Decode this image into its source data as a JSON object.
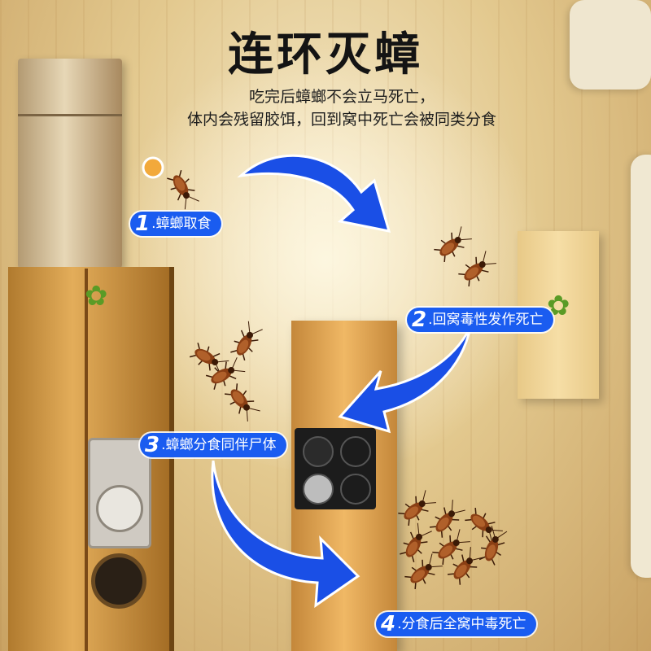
{
  "title": "连环灭蟑",
  "subtitle": {
    "line1": "吃完后蟑螂不会立马死亡，",
    "line2": "体内会残留胶饵，回到窝中死亡会被同类分食"
  },
  "steps": [
    {
      "num": "1",
      "label": ".蟑螂取食"
    },
    {
      "num": "2",
      "label": ".回窝毒性发作死亡"
    },
    {
      "num": "3",
      "label": ".蟑螂分食同伴尸体"
    },
    {
      "num": "4",
      "label": ".分食后全窝中毒死亡"
    }
  ],
  "colors": {
    "step_badge": "#1a5cf0",
    "arrow": "#1a4fe6",
    "roach": "#8a3f14"
  }
}
